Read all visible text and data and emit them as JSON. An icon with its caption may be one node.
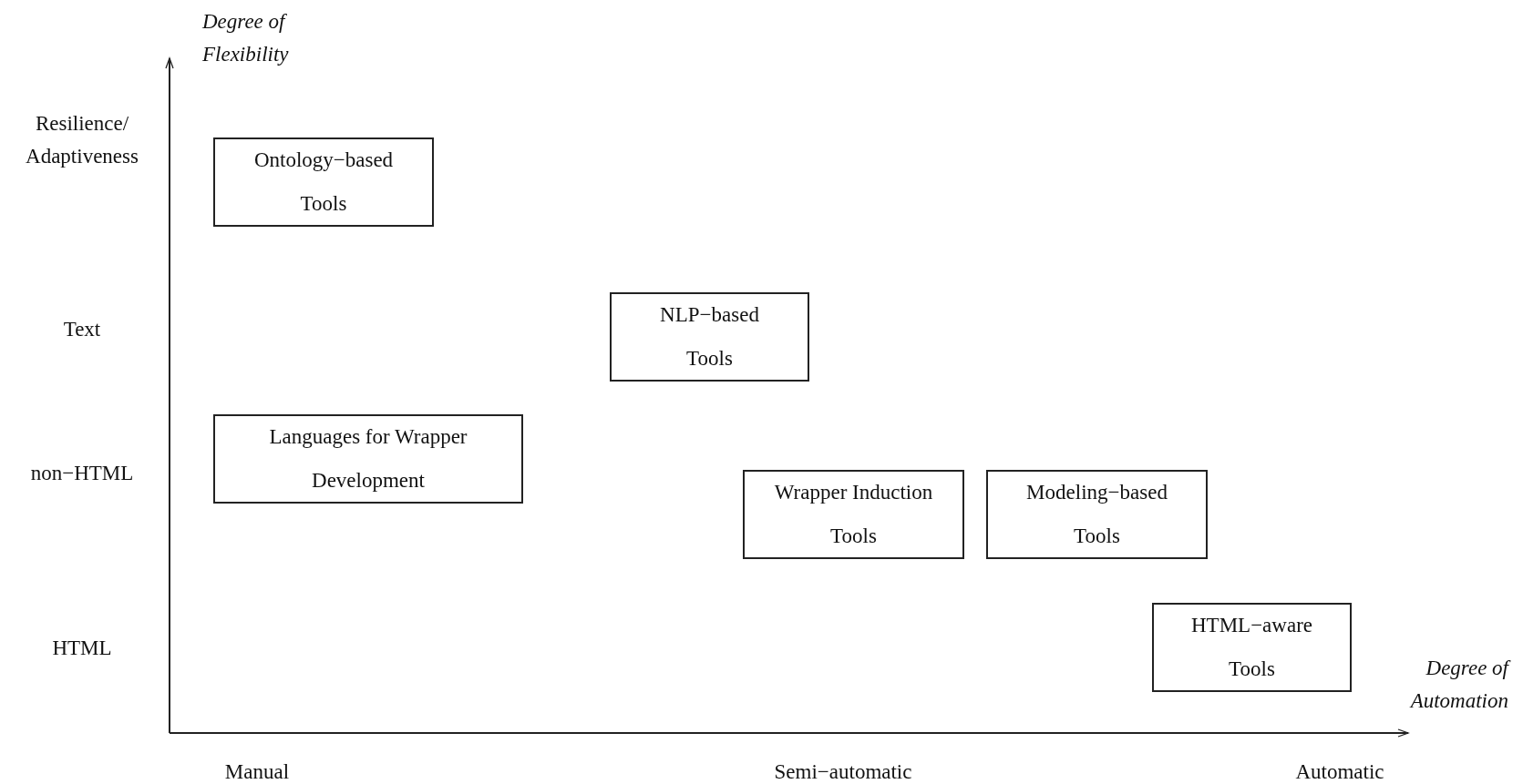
{
  "diagram": {
    "nodes": [
      {
        "text": [
          "Ontology−based Tools"
        ]
      },
      {
        "text": [
          "NLP−based Tools"
        ]
      },
      {
        "text": [
          "Languages for Wrapper Development"
        ]
      },
      {
        "text": [
          "Wrapper Induction Tools"
        ]
      },
      {
        "text": [
          "Modeling−based Tools"
        ]
      },
      {
        "text": [
          "HTML−aware Tools"
        ]
      }
    ],
    "edges": [],
    "labels": [
      "Degree of Flexibility",
      "Resilience/ Adaptiveness",
      "Text",
      "non−HTML",
      "HTML",
      "Degree of Automation",
      "Manual",
      "Semi−automatic",
      "Automatic"
    ]
  }
}
